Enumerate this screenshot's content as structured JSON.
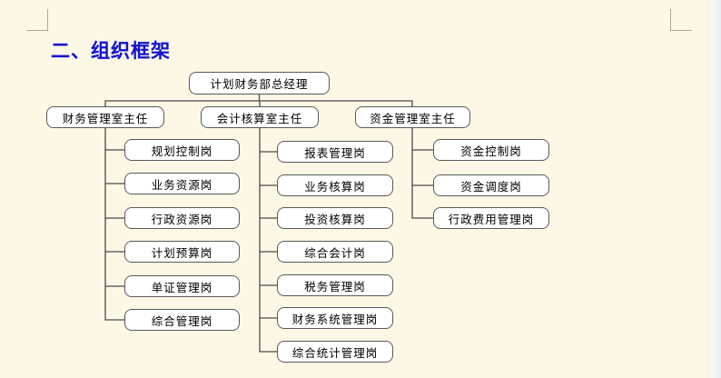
{
  "page": {
    "title": "二、组织框架"
  },
  "colors": {
    "page_background": "#FDF8E6",
    "title_blue": "#1414CC",
    "node_fill": "#FFFFFF",
    "node_border": "#595959",
    "connector_line": "#4A4A4A",
    "crop_mark": "#ABA79B"
  },
  "org_chart": {
    "root": {
      "label": "计划财务部总经理"
    },
    "departments": [
      {
        "label": "财务管理室主任",
        "children": [
          "规划控制岗",
          "业务资源岗",
          "行政资源岗",
          "计划预算岗",
          "单证管理岗",
          "综合管理岗"
        ]
      },
      {
        "label": "会计核算室主任",
        "children": [
          "报表管理岗",
          "业务核算岗",
          "投资核算岗",
          "综合会计岗",
          "税务管理岗",
          "财务系统管理岗",
          "综合统计管理岗"
        ]
      },
      {
        "label": "资金管理室主任",
        "children": [
          "资金控制岗",
          "资金调度岗",
          "行政费用管理岗"
        ]
      }
    ]
  }
}
